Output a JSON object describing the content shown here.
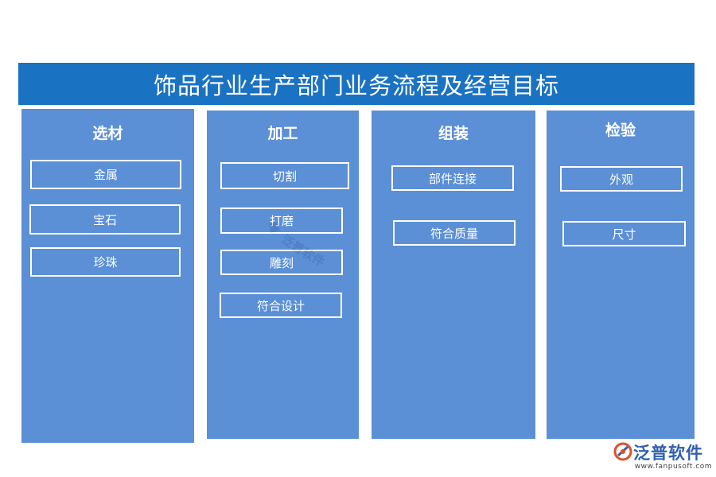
{
  "title": "饰品行业生产部门业务流程及经营目标",
  "columns": [
    {
      "name": "选材",
      "items": [
        "金属",
        "宝石",
        "珍珠"
      ]
    },
    {
      "name": "加工",
      "items": [
        "切割",
        "打磨",
        "雕刻",
        "符合设计"
      ]
    },
    {
      "name": "组装",
      "items": [
        "部件连接",
        "符合质量"
      ]
    },
    {
      "name": "检验",
      "items": [
        "外观",
        "尺寸"
      ]
    }
  ],
  "colors": {
    "title_bg": "#1a72c2",
    "column_bg": "#5b8fd6",
    "box_border": "#ffffff"
  },
  "watermark": "泛普软件",
  "logo": {
    "name": "泛普软件",
    "url": "www.fanpusoft.com"
  }
}
